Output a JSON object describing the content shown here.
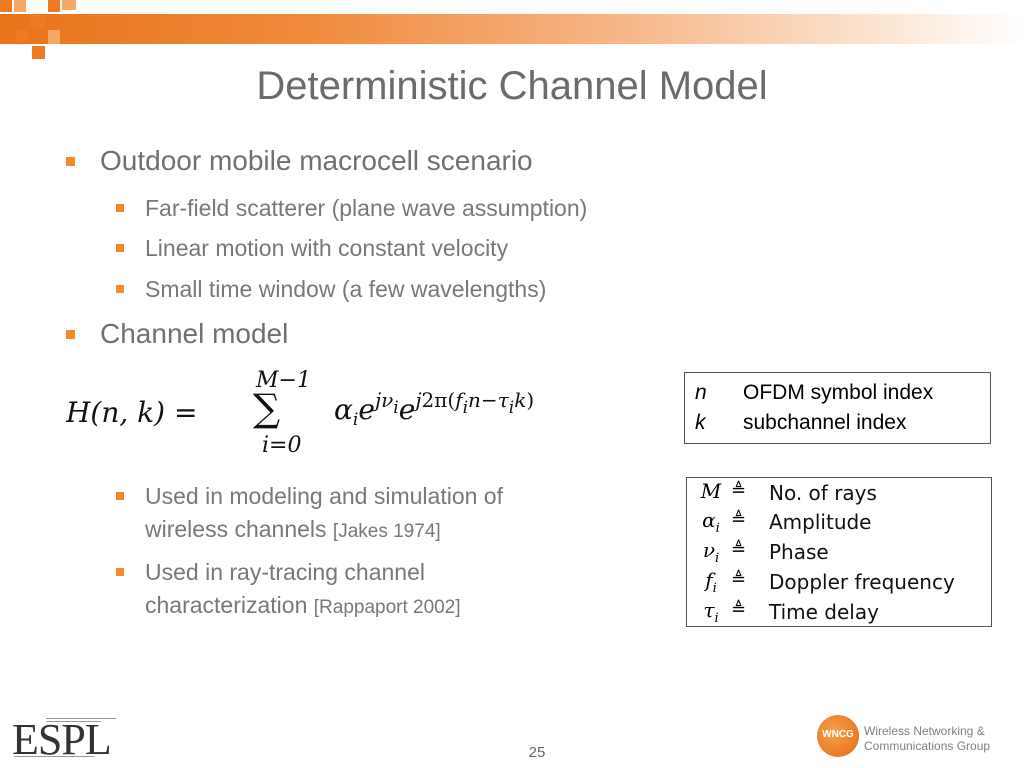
{
  "title": "Deterministic Channel Model",
  "bullets": {
    "b1": "Outdoor mobile macrocell scenario",
    "b1_1": "Far-field scatterer (plane wave assumption)",
    "b1_2": "Linear motion with constant velocity",
    "b1_3": "Small time window (a few wavelengths)",
    "b2": "Channel model",
    "b2_1_line1": "Used in modeling and simulation of",
    "b2_1_line2": "wireless channels",
    "b2_1_cite": "[Jakes 1974]",
    "b2_2_line1": "Used in ray-tracing channel",
    "b2_2_line2": "characterization",
    "b2_2_cite": "[Rappaport 2002]"
  },
  "formula": {
    "lhs": "H(n, k) =",
    "sum_upper": "M−1",
    "sum_lower": "i=0",
    "sigma": "∑",
    "terms": "α"
  },
  "index_box": [
    {
      "sym": "n",
      "desc": "OFDM symbol index"
    },
    {
      "sym": "k",
      "desc": "subchannel index"
    }
  ],
  "definitions": [
    {
      "sym": "M",
      "sub": "",
      "desc": "No. of rays"
    },
    {
      "sym": "α",
      "sub": "i",
      "desc": "Amplitude"
    },
    {
      "sym": "ν",
      "sub": "i",
      "desc": "Phase"
    },
    {
      "sym": "f",
      "sub": "i",
      "desc": "Doppler frequency"
    },
    {
      "sym": "τ",
      "sub": "i",
      "desc": "Time delay"
    }
  ],
  "defeq_symbol": "≜",
  "footer": {
    "page_number": "25",
    "espl_logo": "ESPL",
    "wncg_logo": "WNCG",
    "wncg_line1": "Wireless Networking &",
    "wncg_line2": "Communications Group"
  },
  "colors": {
    "accent": "#f08a2c",
    "title": "#6b6b6b"
  }
}
